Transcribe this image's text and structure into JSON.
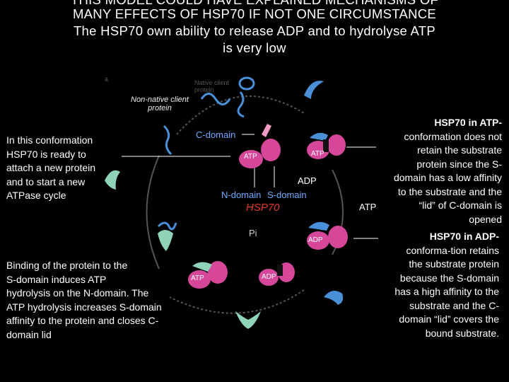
{
  "title": {
    "line0": "THIS MODEL COULD HAVE EXPLAINED MECHANISMS OF",
    "line1": "MANY EFFECTS OF HSP70 IF NOT ONE CIRCUMSTANCE",
    "line2": "The HSP70 own ability to release ADP and to hydrolyse ATP",
    "line3": "is very low"
  },
  "diagram": {
    "panel_letter": "a",
    "faint_label": "Native client protein",
    "non_native_label": "Non-native client protein",
    "c_domain_label": "C-domain",
    "n_domain_label": "N-domain",
    "s_domain_label": "S-domain",
    "hsp70_label": "HSP70",
    "adp_label": "ADP",
    "atp_label": "ATP",
    "pi_label": "Pi",
    "atp_tag": "ATP",
    "adp_tag": "ADP"
  },
  "left_text": {
    "ready": [
      "In this conformation",
      "HSP70 is ready to",
      "attach a new protein",
      "and to start a new",
      "ATPase  cycle"
    ],
    "binding": [
      "Binding of the protein to the",
      "S-domain induces ATP",
      "hydrolysis on the N-domain. The",
      "ATP hydrolysis increases S-domain",
      "affinity to the protein and closes C-",
      "domain lid"
    ]
  },
  "right_text": {
    "atp_heading": "HSP70 in ATP-",
    "atp_lines": [
      "conformation does not",
      "retain the substrate",
      "protein since the S-",
      "domain has a low affinity",
      "to the substrate and the",
      "“lid” of C-domain is",
      "opened"
    ],
    "adp_heading": "HSP70 in ADP-",
    "adp_lines": [
      "conforma-tion retains",
      "the substrate protein",
      "because the S-domain",
      "has a high affinity to the",
      "substrate and the C-",
      "domain “lid” covers the",
      "bound substrate."
    ]
  },
  "colors": {
    "background": "#000000",
    "hsp70_magenta": "#d6479a",
    "hsp70_pink": "#f29ac8",
    "protein_blue": "#4a90d9",
    "protein_green": "#8fd3b9",
    "hsp_label_red": "#e0392a",
    "cycle_arrow": "#555555"
  }
}
